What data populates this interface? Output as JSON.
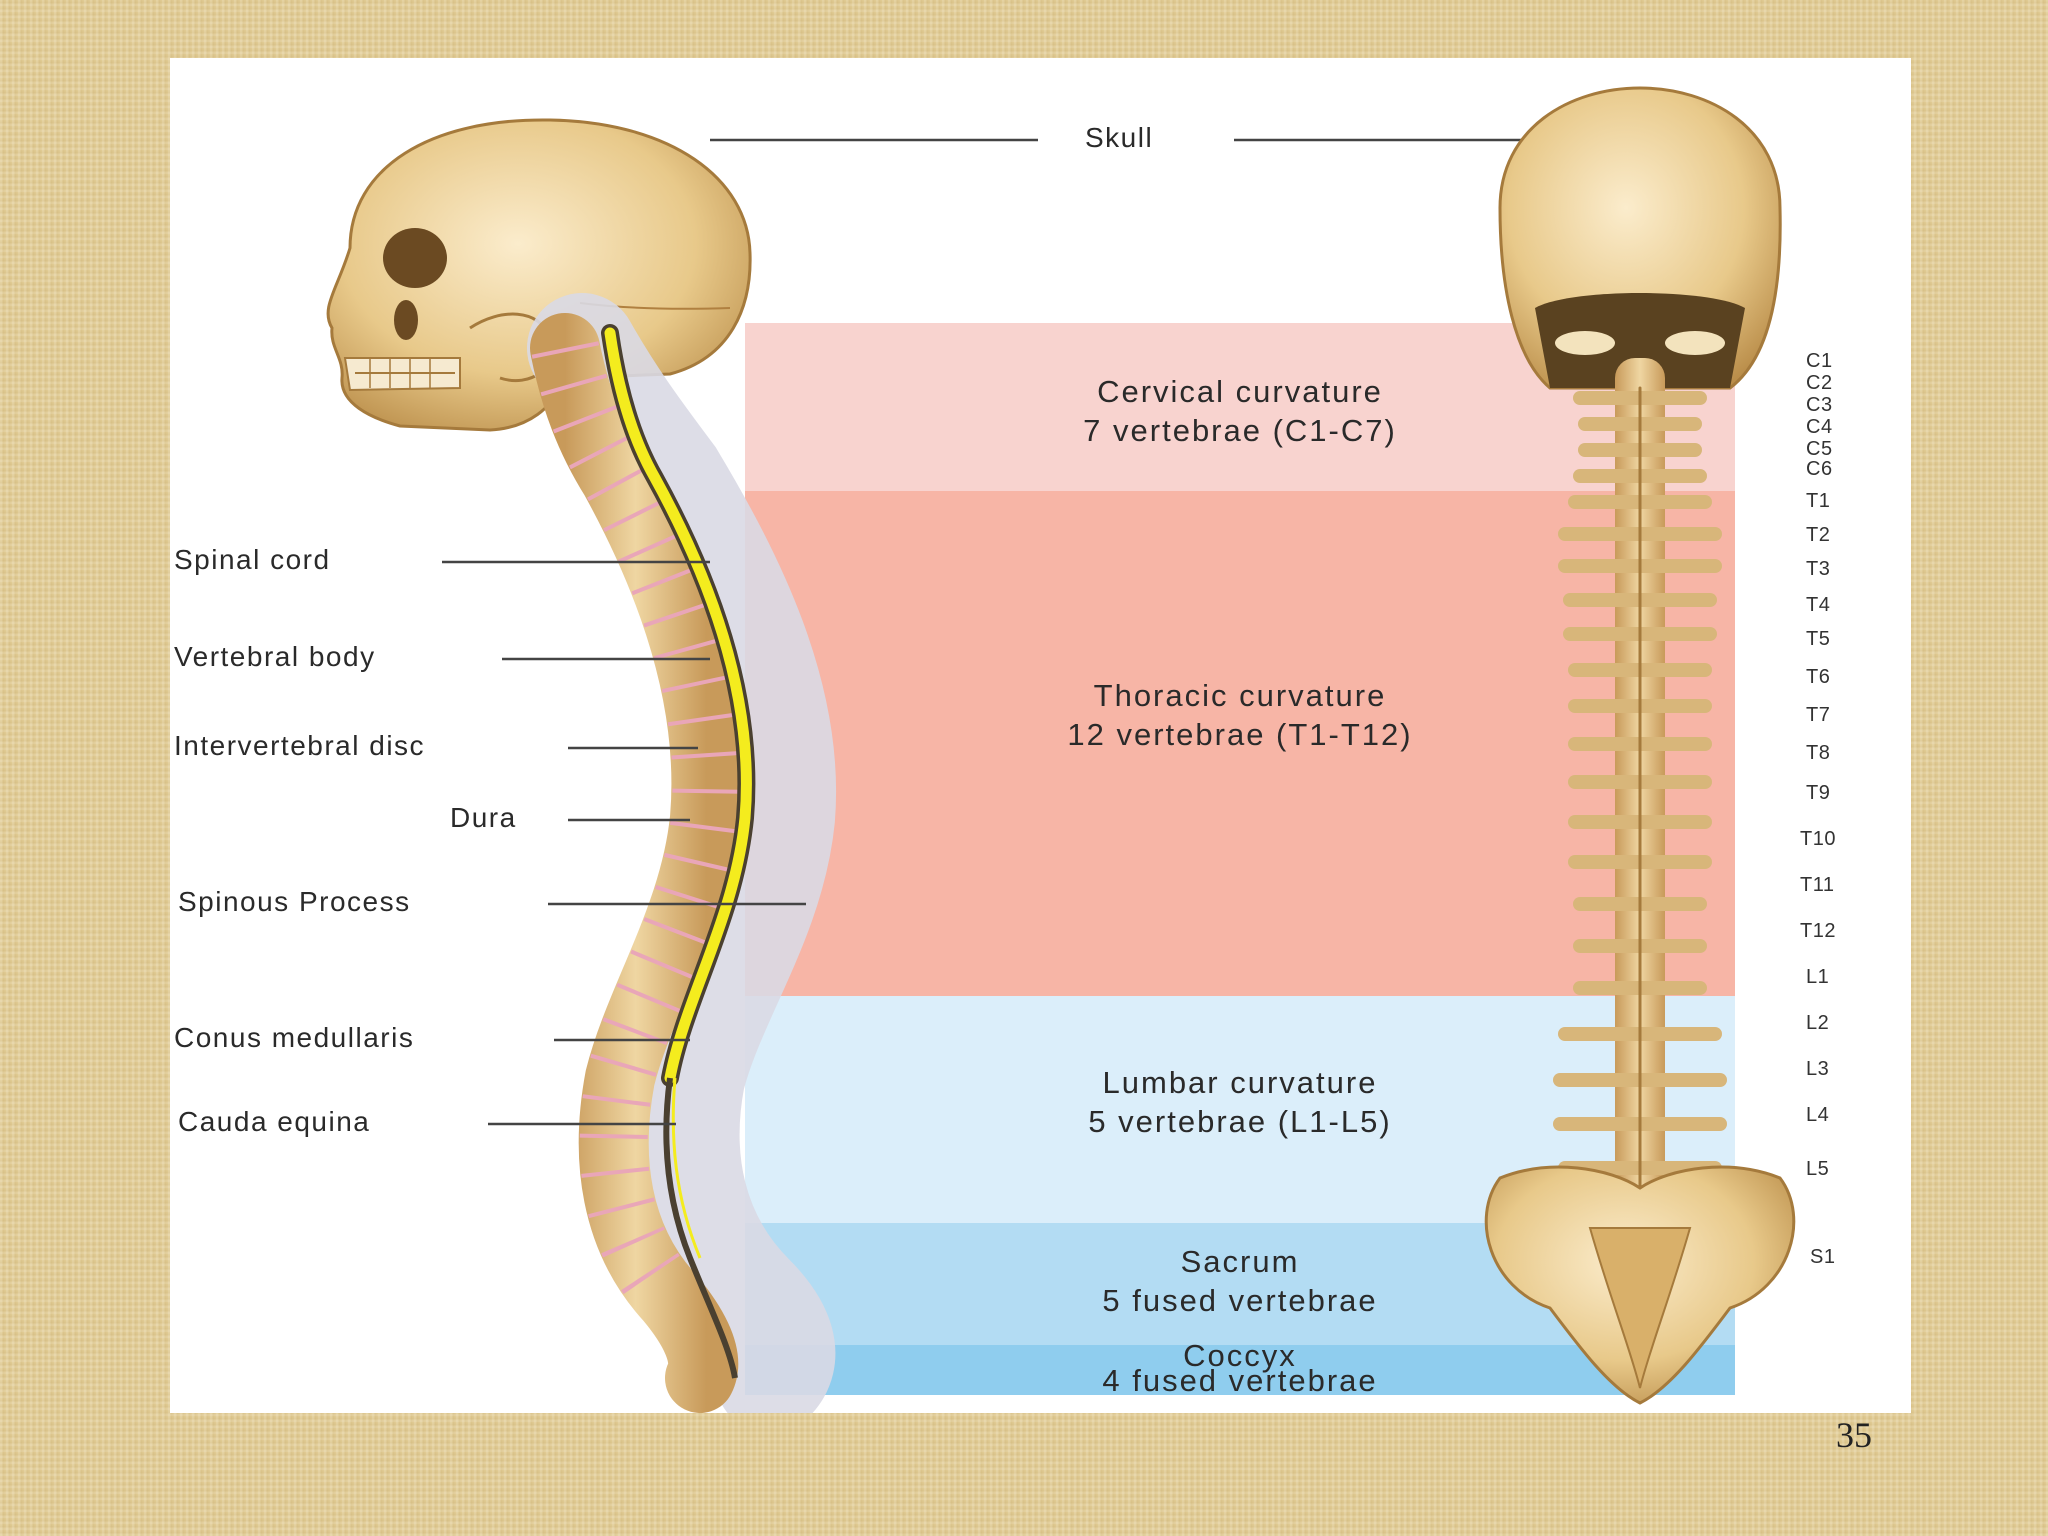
{
  "labels": {
    "skull": "Skull",
    "left": [
      "Spinal cord",
      "Vertebral body",
      "Intervertebral disc",
      "Dura",
      "Spinous Process",
      "Conus medullaris",
      "Cauda equina"
    ]
  },
  "regions": {
    "cervical": {
      "line1": "Cervical curvature",
      "line2": "7 vertebrae (C1-C7)",
      "color": "#f8d3cf"
    },
    "thoracic": {
      "line1": "Thoracic curvature",
      "line2": "12 vertebrae (T1-T12)",
      "color": "#f7b5a6"
    },
    "lumbar": {
      "line1": "Lumbar curvature",
      "line2": "5 vertebrae (L1-L5)",
      "color": "#dbeefa"
    },
    "sacrum": {
      "line1": "Sacrum",
      "line2": "5 fused vertebrae",
      "color": "#b3dcf3"
    },
    "coccyx": {
      "line1": "Coccyx",
      "line2": "4 fused vertebrae",
      "color": "#8fcdee"
    }
  },
  "vertebra_labels": [
    "C1",
    "C2",
    "C3",
    "C4",
    "C5",
    "C6",
    "T1",
    "T2",
    "T3",
    "T4",
    "T5",
    "T6",
    "T7",
    "T8",
    "T9",
    "T10",
    "T11",
    "T12",
    "L1",
    "L2",
    "L3",
    "L4",
    "L5",
    "S1"
  ],
  "page_number": "35",
  "colors": {
    "background": "#e2cd96",
    "bone": "#e8c98a",
    "spinal_cord": "#f4ec1e"
  }
}
